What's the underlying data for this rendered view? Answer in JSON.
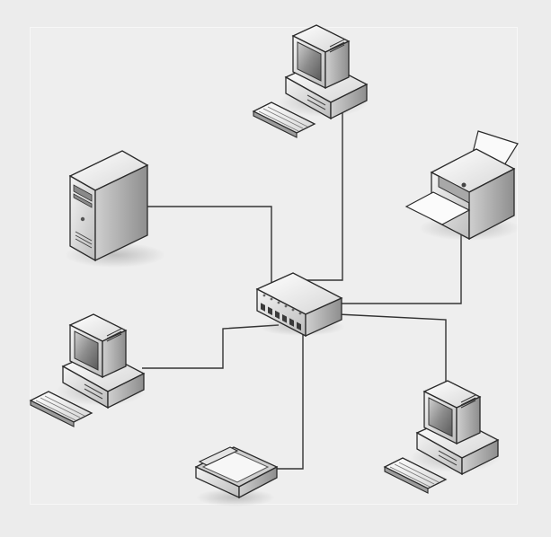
{
  "diagram": {
    "background": "#ececec",
    "cable_color": "#333333",
    "nodes": [
      {
        "id": "hub",
        "kind": "network-hub"
      },
      {
        "id": "workstation-top",
        "kind": "desktop-computer"
      },
      {
        "id": "server",
        "kind": "tower-server"
      },
      {
        "id": "printer",
        "kind": "laser-printer"
      },
      {
        "id": "workstation-left",
        "kind": "desktop-computer"
      },
      {
        "id": "workstation-right",
        "kind": "desktop-computer"
      },
      {
        "id": "scanner",
        "kind": "flatbed-scanner"
      }
    ],
    "connections": [
      {
        "from": "hub",
        "to": "workstation-top"
      },
      {
        "from": "hub",
        "to": "server"
      },
      {
        "from": "hub",
        "to": "printer"
      },
      {
        "from": "hub",
        "to": "workstation-left"
      },
      {
        "from": "hub",
        "to": "workstation-right"
      },
      {
        "from": "hub",
        "to": "scanner"
      }
    ]
  }
}
